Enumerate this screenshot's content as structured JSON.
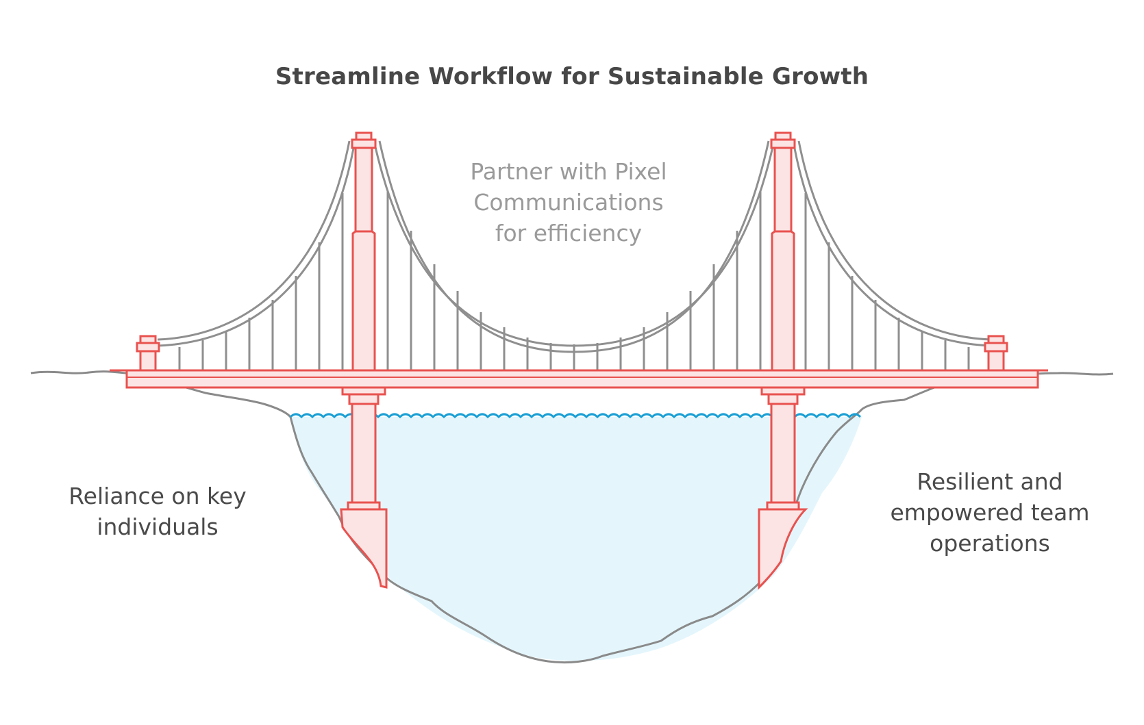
{
  "title": "Streamline Workflow for Sustainable Growth",
  "labels": {
    "bridge": {
      "line1": "Partner with Pixel",
      "line2": "Communications",
      "line3": "for efficiency"
    },
    "left_bank": {
      "line1": "Reliance on key",
      "line2": "individuals"
    },
    "right_bank": {
      "line1": "Resilient and",
      "line2": "empowered team",
      "line3": "operations"
    }
  },
  "colors": {
    "bridge_stroke": "#e8524f",
    "bridge_fill": "#fde4e4",
    "cable": "#8f8f8f",
    "ground": "#8a8a8a",
    "water_fill": "#e4f6fc",
    "wave": "#1a9fd4",
    "title": "#474747",
    "label_muted": "#9a9a9a",
    "label_dark": "#4a4a4a"
  }
}
